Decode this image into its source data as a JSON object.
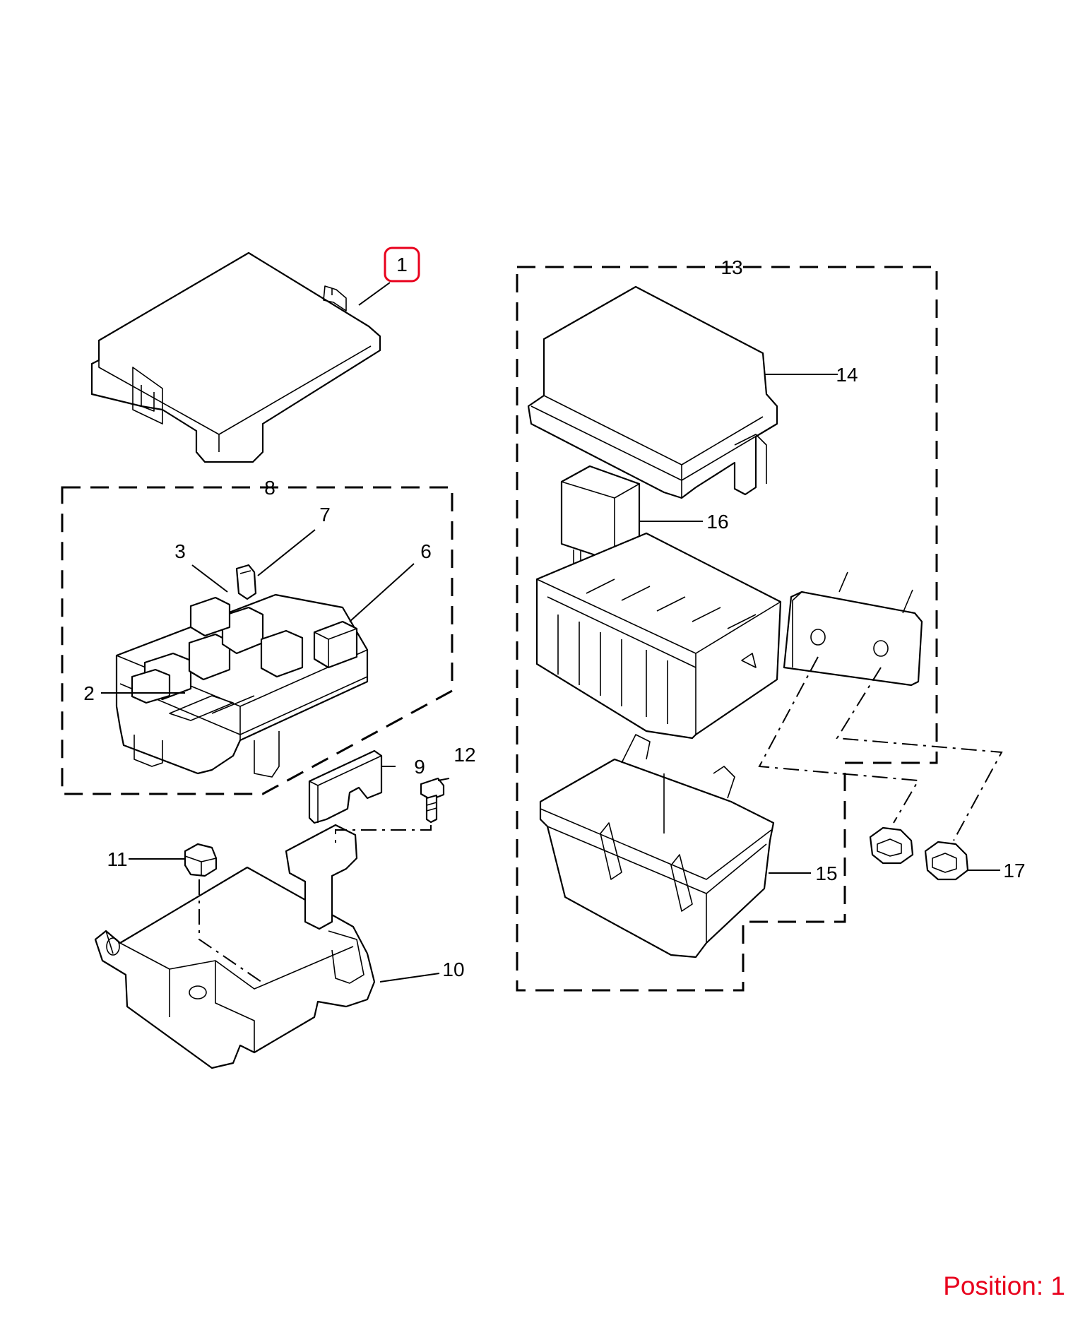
{
  "diagram": {
    "callouts": {
      "p1": "1",
      "p2": "2",
      "p3": "3",
      "p6": "6",
      "p7": "7",
      "p8": "8",
      "p9": "9",
      "p10": "10",
      "p11": "11",
      "p12": "12",
      "p13": "13",
      "p14": "14",
      "p15": "15",
      "p16": "16",
      "p17": "17"
    },
    "selected_part": "1"
  },
  "status": {
    "position_text": "Position: 1"
  },
  "colors": {
    "highlight": "#e8001c",
    "line": "#000000",
    "background": "#ffffff"
  }
}
